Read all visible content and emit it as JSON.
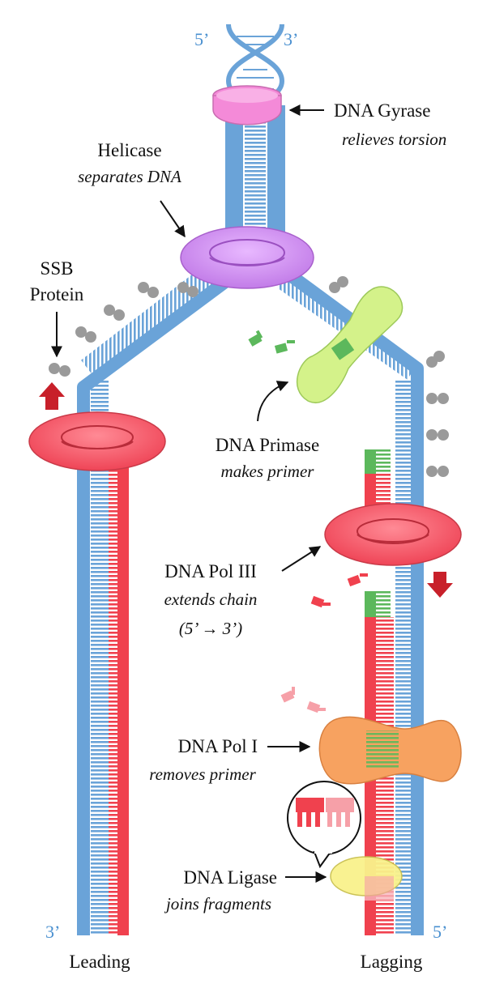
{
  "ends": {
    "top_left": "5’",
    "top_right": "3’",
    "bottom_left": "3’",
    "bottom_right": "5’"
  },
  "labels": {
    "gyrase": {
      "title": "DNA Gyrase",
      "subtitle": "relieves torsion"
    },
    "helicase": {
      "title": "Helicase",
      "subtitle": "separates DNA"
    },
    "ssb": {
      "line1": "SSB",
      "line2": "Protein"
    },
    "primase": {
      "title": "DNA Primase",
      "subtitle": "makes primer"
    },
    "pol3": {
      "title": "DNA Pol III",
      "subtitle": "extends chain",
      "direction": "(5’ → 3’)"
    },
    "pol1": {
      "title": "DNA Pol I",
      "subtitle": "removes primer"
    },
    "ligase": {
      "title": "DNA Ligase",
      "subtitle": "joins fragments"
    }
  },
  "strands": {
    "leading": "Leading",
    "lagging": "Lagging"
  },
  "colors": {
    "template": "#6aa3d8",
    "new_strand": "#f0414e",
    "primer": "#5cb85c",
    "gyrase": "#f48ad8",
    "helicase": "#cf8cf3",
    "primase": "#d4f28a",
    "pol3": "#f25364",
    "pol1": "#f7a260",
    "ligase": "#f9f28c",
    "ssb": "#9a9a9a",
    "arrow": "#c8202a"
  },
  "icons": [
    "ssb-protein-icon",
    "nucleotide-icon",
    "red-up-arrow-icon",
    "red-down-arrow-icon",
    "speech-bubble-icon"
  ]
}
